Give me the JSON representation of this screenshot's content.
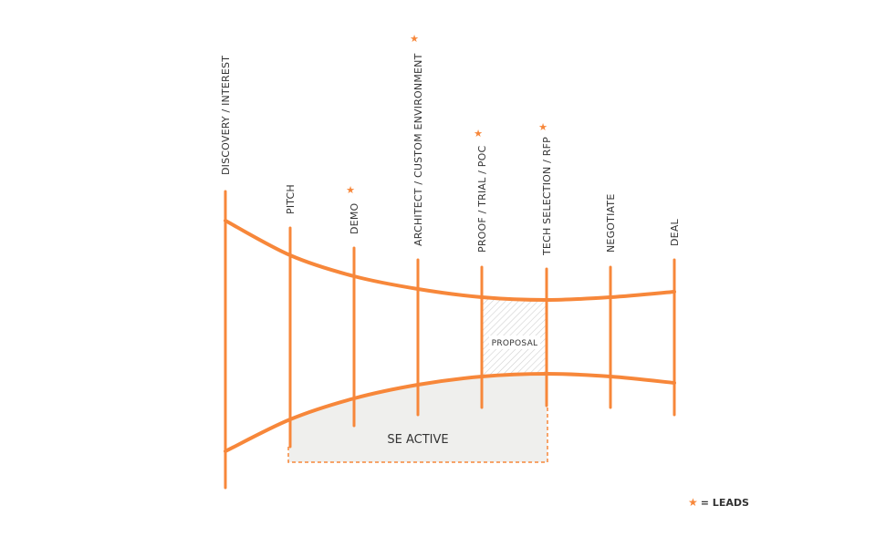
{
  "stages": [
    {
      "label": "DISCOVERY / INTEREST",
      "lead": false
    },
    {
      "label": "PITCH",
      "lead": false
    },
    {
      "label": "DEMO",
      "lead": true
    },
    {
      "label": "ARCHITECT / CUSTOM ENVIRONMENT",
      "lead": true
    },
    {
      "label": "PROOF / TRIAL / POC",
      "lead": true
    },
    {
      "label": "TECH SELECTION / RFP",
      "lead": true
    },
    {
      "label": "NEGOTIATE",
      "lead": false
    },
    {
      "label": "DEAL",
      "lead": false
    }
  ],
  "regions": {
    "proposal": "PROPOSAL",
    "se_active": "SE ACTIVE"
  },
  "legend": {
    "symbol": "★",
    "text": "= LEADS"
  },
  "colors": {
    "accent": "#f7873a",
    "shade": "#efefed",
    "text": "#333333"
  }
}
